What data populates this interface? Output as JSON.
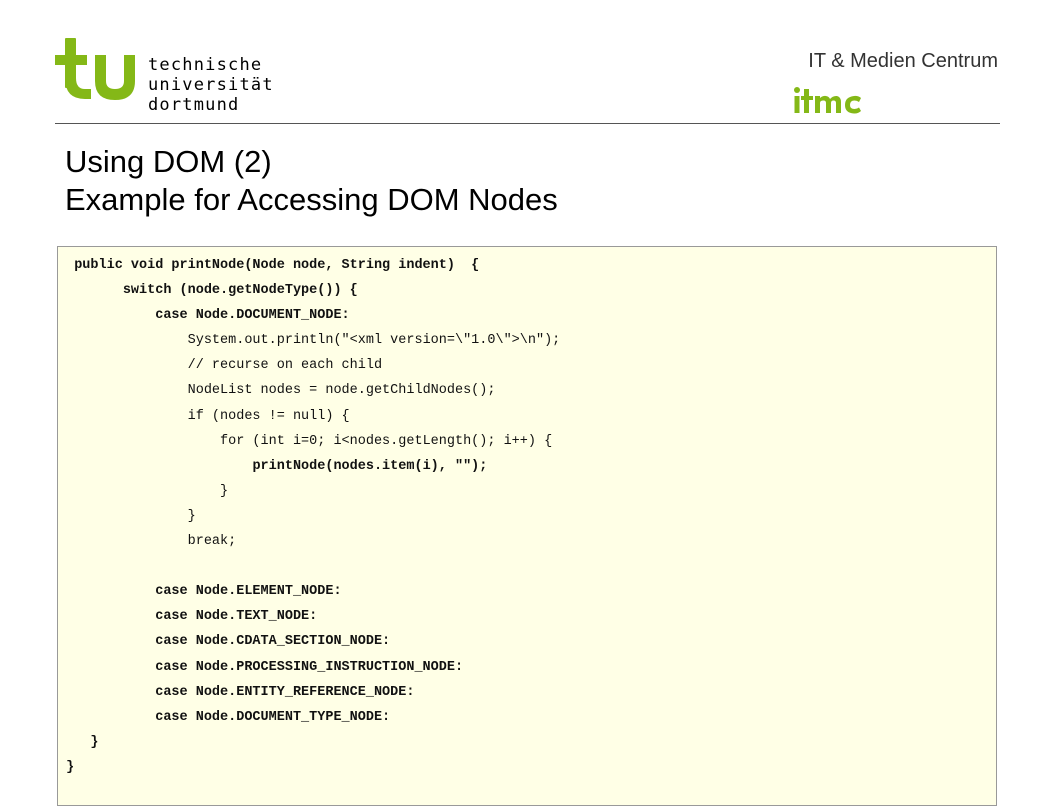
{
  "header": {
    "university_lines": [
      "technische",
      "universität",
      "dortmund"
    ],
    "department": "IT & Medien Centrum",
    "department_logo_text": "itmc",
    "colors": {
      "tu_green": "#84b817",
      "itmc_green": "#84b817"
    }
  },
  "slide": {
    "title_lines": [
      "Using DOM (2)",
      "Example for Accessing DOM Nodes"
    ]
  },
  "code": {
    "lines": [
      {
        "indent": "  ",
        "text": "public void printNode(Node node, String indent)  {",
        "bold": true
      },
      {
        "indent": "        ",
        "text": "switch (node.getNodeType()) {",
        "bold": true
      },
      {
        "indent": "            ",
        "text": "case Node.DOCUMENT_NODE:",
        "bold": true
      },
      {
        "indent": "                ",
        "text": "System.out.println(\"<xml version=\\\"1.0\\\">\\n\");",
        "bold": false
      },
      {
        "indent": "                ",
        "text": "// recurse on each child",
        "bold": false
      },
      {
        "indent": "                ",
        "text": "NodeList nodes = node.getChildNodes();",
        "bold": false
      },
      {
        "indent": "                ",
        "text": "if (nodes != null) {",
        "bold": false
      },
      {
        "indent": "                    ",
        "text": "for (int i=0; i<nodes.getLength(); i++) {",
        "bold": false
      },
      {
        "indent": "                        ",
        "text": "printNode(nodes.item(i), \"\");",
        "bold": true
      },
      {
        "indent": "                    ",
        "text": "}",
        "bold": false
      },
      {
        "indent": "                ",
        "text": "}",
        "bold": false
      },
      {
        "indent": "                ",
        "text": "break;",
        "bold": false
      },
      {
        "indent": "",
        "text": "",
        "bold": false
      },
      {
        "indent": "            ",
        "text": "case Node.ELEMENT_NODE:",
        "bold": true
      },
      {
        "indent": "            ",
        "text": "case Node.TEXT_NODE:",
        "bold": true
      },
      {
        "indent": "            ",
        "text": "case Node.CDATA_SECTION_NODE:",
        "bold": true
      },
      {
        "indent": "            ",
        "text": "case Node.PROCESSING_INSTRUCTION_NODE:",
        "bold": true
      },
      {
        "indent": "            ",
        "text": "case Node.ENTITY_REFERENCE_NODE:",
        "bold": true
      },
      {
        "indent": "            ",
        "text": "case Node.DOCUMENT_TYPE_NODE:",
        "bold": true
      },
      {
        "indent": "    ",
        "text": "}",
        "bold": true
      },
      {
        "indent": " ",
        "text": "}",
        "bold": true
      }
    ]
  }
}
